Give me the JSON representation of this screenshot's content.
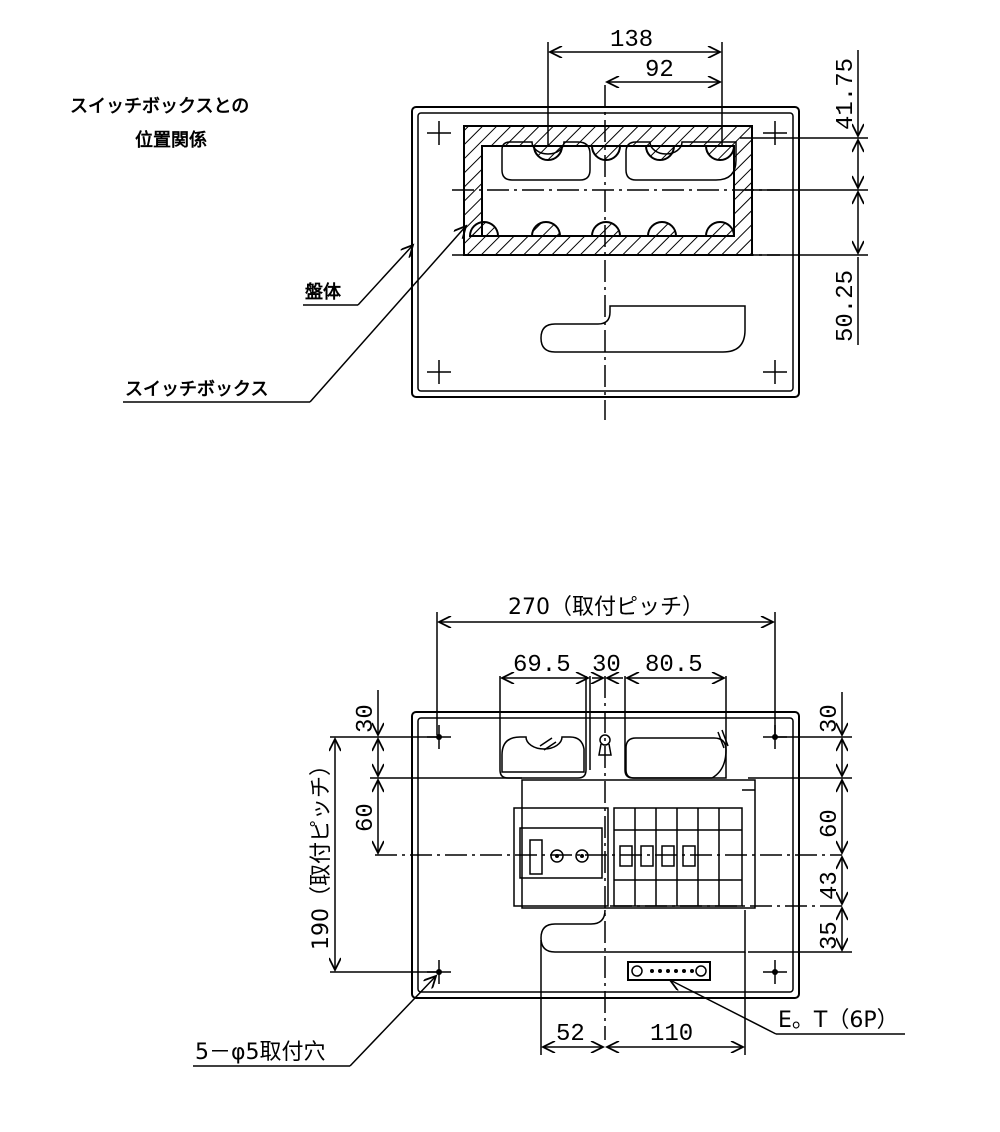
{
  "top_view": {
    "title_line1": "スイッチボックスとの",
    "title_line2": "位置関係",
    "dim_138": "138",
    "dim_92": "92",
    "dim_41_75": "41.75",
    "dim_50_25": "50.25",
    "label_body": "盤体",
    "label_switchbox": "スイッチボックス"
  },
  "bottom_view": {
    "dim_270": "270（取付ピッチ）",
    "dim_69_5": "69.5",
    "dim_30_mid": "30",
    "dim_80_5": "80.5",
    "dim_30_left": "30",
    "dim_60_left": "60",
    "dim_190": "190（取付ピッチ）",
    "dim_30_right": "30",
    "dim_60_right": "60",
    "dim_43": "43",
    "dim_35": "35",
    "dim_52": "52",
    "dim_110": "110",
    "label_et": "E。T（6P）",
    "label_holes": "5－φ5取付穴"
  }
}
